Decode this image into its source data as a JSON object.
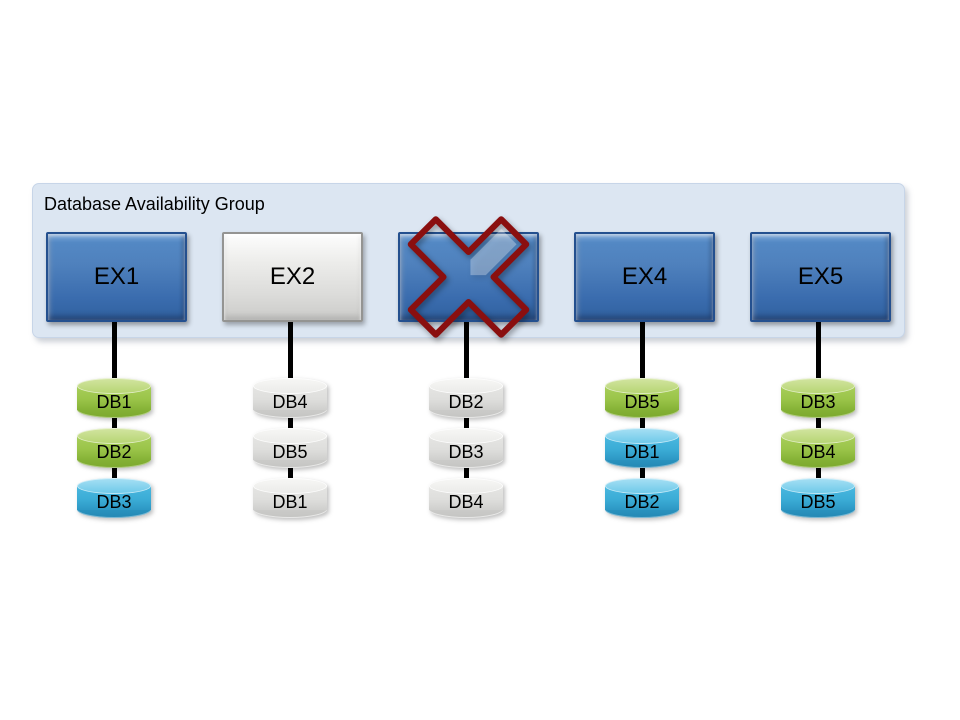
{
  "title": "Database Availability Group",
  "colors": {
    "container_fill": "#dce6f2",
    "server_blue": "#4f81bd",
    "server_gray": "#dcdcda",
    "db_green": "#9ac449",
    "db_blue": "#3bacd6",
    "db_gray": "#dededc",
    "failure_red": "#cc1414",
    "connector_black": "#000000"
  },
  "servers": [
    {
      "label": "EX1",
      "style": "blue",
      "failed": false,
      "databases": [
        {
          "name": "DB1",
          "color": "green"
        },
        {
          "name": "DB2",
          "color": "green"
        },
        {
          "name": "DB3",
          "color": "blue"
        }
      ]
    },
    {
      "label": "EX2",
      "style": "gray",
      "failed": false,
      "databases": [
        {
          "name": "DB4",
          "color": "gray"
        },
        {
          "name": "DB5",
          "color": "gray"
        },
        {
          "name": "DB1",
          "color": "gray"
        }
      ]
    },
    {
      "label": "",
      "style": "blue",
      "failed": true,
      "databases": [
        {
          "name": "DB2",
          "color": "gray"
        },
        {
          "name": "DB3",
          "color": "gray"
        },
        {
          "name": "DB4",
          "color": "gray"
        }
      ]
    },
    {
      "label": "EX4",
      "style": "blue",
      "failed": false,
      "databases": [
        {
          "name": "DB5",
          "color": "green"
        },
        {
          "name": "DB1",
          "color": "blue"
        },
        {
          "name": "DB2",
          "color": "blue"
        }
      ]
    },
    {
      "label": "EX5",
      "style": "blue",
      "failed": false,
      "databases": [
        {
          "name": "DB3",
          "color": "green"
        },
        {
          "name": "DB4",
          "color": "green"
        },
        {
          "name": "DB5",
          "color": "blue"
        }
      ]
    }
  ]
}
